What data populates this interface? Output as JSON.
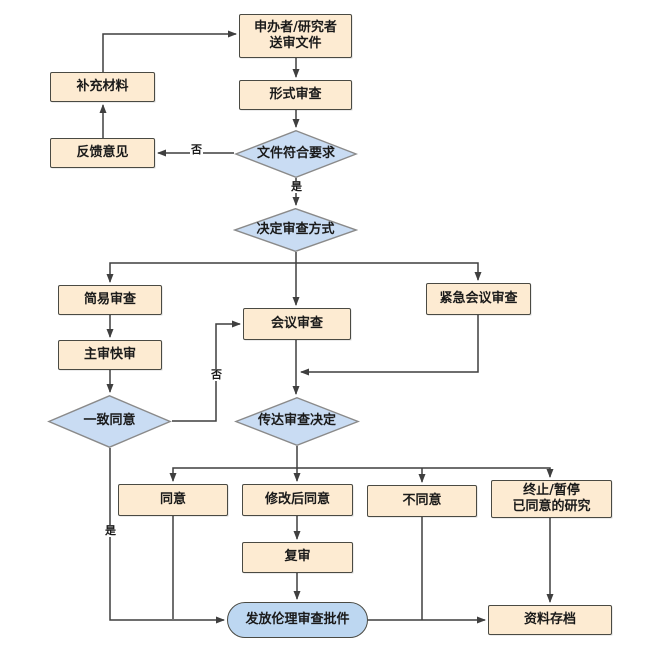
{
  "diagram": {
    "title": "ethics-review-flowchart",
    "nodes": {
      "submit": {
        "label": "申办者/研究者\n送审文件",
        "type": "process"
      },
      "formal": {
        "label": "形式审查",
        "type": "process"
      },
      "meet_req": {
        "label": "文件符合要求",
        "type": "decision"
      },
      "feedback": {
        "label": "反馈意见",
        "type": "process"
      },
      "supplement": {
        "label": "补充材料",
        "type": "process"
      },
      "decide": {
        "label": "决定审查方式",
        "type": "decision"
      },
      "simple": {
        "label": "简易审查",
        "type": "process"
      },
      "main_fast": {
        "label": "主审快审",
        "type": "process"
      },
      "unanimous": {
        "label": "一致同意",
        "type": "decision"
      },
      "meeting": {
        "label": "会议审查",
        "type": "process"
      },
      "urgent": {
        "label": "紧急会议审查",
        "type": "process"
      },
      "convey": {
        "label": "传达审查决定",
        "type": "decision"
      },
      "agree": {
        "label": "同意",
        "type": "process"
      },
      "agree_mod": {
        "label": "修改后同意",
        "type": "process"
      },
      "disagree": {
        "label": "不同意",
        "type": "process"
      },
      "terminate": {
        "label": "终止/暂停\n已同意的研究",
        "type": "process"
      },
      "recheck": {
        "label": "复审",
        "type": "process"
      },
      "issue": {
        "label": "发放伦理审查批件",
        "type": "terminal"
      },
      "archive": {
        "label": "资料存档",
        "type": "process"
      }
    },
    "edge_labels": {
      "no1": "否",
      "yes1": "是",
      "no2": "否",
      "yes2": "是"
    },
    "colors": {
      "process_fill": "#FDEBD2",
      "process_border": "#4A4A43",
      "decision_fill": "#C9DCF3",
      "decision_border": "#8A8A8A",
      "terminal_fill": "#BDD7F1",
      "terminal_border": "#4A4A43",
      "connector": "#3F3F3F",
      "background": "#FFFFFF"
    }
  }
}
